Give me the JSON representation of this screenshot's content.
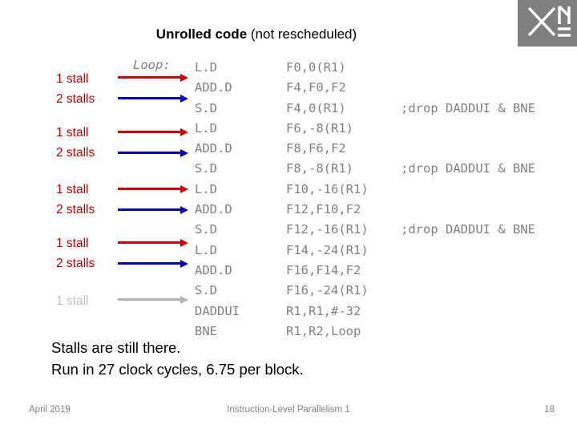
{
  "slide": {
    "title_bold": "Unrolled code",
    "title_rest": " (not rescheduled)",
    "logo_name": "university-logo"
  },
  "stalls": [
    {
      "first": "1 stall",
      "second": "2 stalls"
    },
    {
      "first": "1 stall",
      "second": "2 stalls"
    },
    {
      "first": "1 stall",
      "second": "2 stalls"
    },
    {
      "first": "1 stall",
      "second": "2 stalls"
    },
    {
      "first": "1 stall",
      "second": ""
    }
  ],
  "code": {
    "label": "Loop:",
    "ops": "L.D\nADD.D\nS.D\nL.D\nADD.D\nS.D\nL.D\nADD.D\nS.D\nL.D\nADD.D\nS.D\nDADDUI\nBNE",
    "args": "F0,0(R1)\nF4,F0,F2\nF4,0(R1)\nF6,-8(R1)\nF8,F6,F2\nF8,-8(R1)\nF10,-16(R1)\nF12,F10,F2\nF12,-16(R1)\nF14,-24(R1)\nF16,F14,F2\nF16,-24(R1)\nR1,R1,#-32\nR1,R2,Loop",
    "notes": "\n\n;drop DADDUI & BNE\n\n\n;drop DADDUI & BNE\n\n\n;drop DADDUI & BNE\n\n\n\n\n"
  },
  "conclusion": {
    "line1": "Stalls are still there.",
    "line2": "Run in 27 clock cycles, 6.75 per block."
  },
  "footer": {
    "date": "April 2019",
    "center": "Instruction-Level Parallelism 1",
    "page": "18"
  },
  "colors": {
    "stall_red": "#c00000",
    "arrow_red": "#d40000",
    "arrow_blue": "#0000cc",
    "arrow_grey": "#b3b3b3",
    "code_grey": "#808080",
    "logo_grey": "#7f7f7f"
  }
}
